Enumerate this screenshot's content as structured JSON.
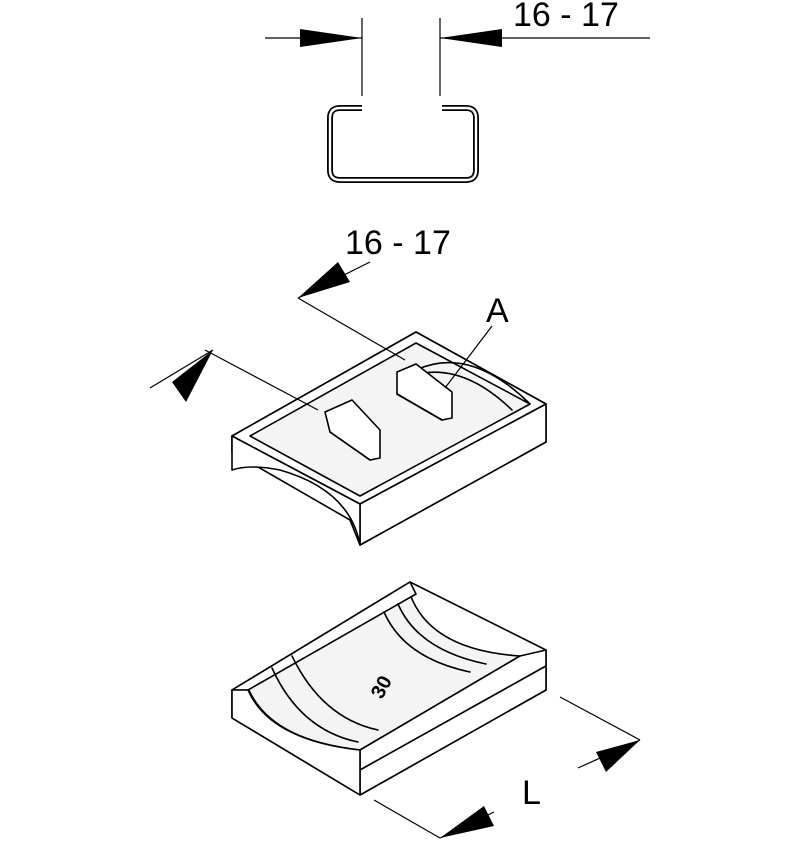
{
  "labels": {
    "top_dimension": "16 - 17",
    "middle_dimension": "16 - 17",
    "callout_a": "A",
    "length_label": "L",
    "size_marking": "30"
  }
}
